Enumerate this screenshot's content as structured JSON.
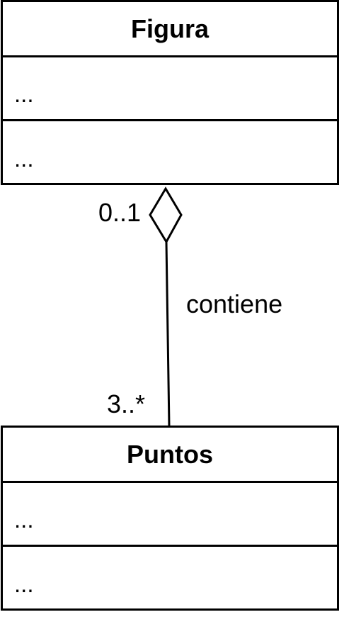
{
  "classes": {
    "figura": {
      "name": "Figura",
      "attributes": "...",
      "methods": "..."
    },
    "puntos": {
      "name": "Puntos",
      "attributes": "...",
      "methods": "..."
    }
  },
  "association": {
    "label": "contiene",
    "type": "aggregation",
    "source_multiplicity": "0..1",
    "target_multiplicity": "3..*",
    "stroke_color": "#000000"
  }
}
